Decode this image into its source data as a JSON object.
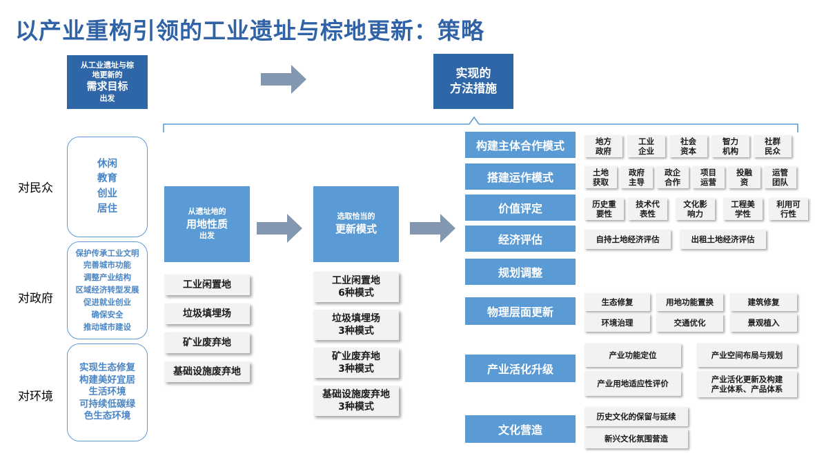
{
  "title": "以产业重构引领的工业遗址与棕地更新：策略",
  "demand_box": {
    "line1": "从工业遗址与棕",
    "line2": "地更新的",
    "line3": "需求目标",
    "line4": "出发"
  },
  "method_box": {
    "line1": "实现的",
    "line2": "方法措施"
  },
  "groups": [
    {
      "label": "对民众",
      "items": [
        "休闲",
        "教育",
        "创业",
        "居住"
      ]
    },
    {
      "label": "对政府",
      "items": [
        "保护传承工业文明",
        "完善城市功能",
        "调整产业结构",
        "区域经济转型发展",
        "促进就业创业",
        "确保安全",
        "推动城市建设"
      ]
    },
    {
      "label": "对环境",
      "items": [
        "实现生态修复",
        "构建美好宜居",
        "生活环境",
        "可持续低碳绿",
        "色生态环境"
      ]
    }
  ],
  "site_box": {
    "line1": "从遗址地的",
    "line2": "用地性质",
    "line3": "出发"
  },
  "site_types": [
    "工业闲置地",
    "垃圾填埋场",
    "矿业废弃地",
    "基础设施废弃地"
  ],
  "mode_box": {
    "line1": "选取恰当的",
    "line2": "更新模式"
  },
  "modes": [
    {
      "name": "工业闲置地",
      "count": "6种模式"
    },
    {
      "name": "垃圾填埋场",
      "count": "3种模式"
    },
    {
      "name": "矿业废弃地",
      "count": "3种模式"
    },
    {
      "name": "基础设施废弃地",
      "count": "3种模式"
    }
  ],
  "measures": [
    {
      "label": "构建主体合作模式",
      "chips": [
        [
          "地方",
          "政府"
        ],
        [
          "工业",
          "企业"
        ],
        [
          "社会",
          "资本"
        ],
        [
          "智力",
          "机构"
        ],
        [
          "社群",
          "民众"
        ]
      ]
    },
    {
      "label": "搭建运作模式",
      "chips": [
        [
          "土地",
          "获取"
        ],
        [
          "政府",
          "主导"
        ],
        [
          "政企",
          "合作"
        ],
        [
          "项目",
          "运营"
        ],
        [
          "投融",
          "资"
        ],
        [
          "运管",
          "团队"
        ]
      ]
    },
    {
      "label": "价值评定",
      "chips": [
        [
          "历史重",
          "要性"
        ],
        [
          "技术代",
          "表性"
        ],
        [
          "文化影",
          "响力"
        ],
        [
          "工程美",
          "学性"
        ],
        [
          "利用可",
          "行性"
        ]
      ]
    },
    {
      "label": "经济评估",
      "chips": [
        [
          "自持土地经济评估"
        ],
        [
          "出租土地经济评估"
        ]
      ]
    },
    {
      "label": "规划调整",
      "chips": []
    },
    {
      "label": "物理层面更新",
      "chips": [
        [
          "生态修复"
        ],
        [
          "用地功能置换"
        ],
        [
          "建筑修复"
        ],
        [
          "环境治理"
        ],
        [
          "交通优化"
        ],
        [
          "景观植入"
        ]
      ]
    },
    {
      "label": "产业活化升级",
      "chips": [
        [
          "产业功能定位"
        ],
        [
          "产业空间布局与规划"
        ],
        [
          "产业用地适应性评价"
        ],
        [
          "产业活化更新及构建",
          "产业体系、产品体系"
        ]
      ]
    },
    {
      "label": "文化营造",
      "chips": [
        [
          "历史文化的保留与延续"
        ],
        [
          "新兴文化氛围营造"
        ]
      ]
    }
  ],
  "colors": {
    "title": "#2f62a6",
    "dark_blue": "#2f66a8",
    "mid_blue": "#5b9bd5",
    "arrow": "#8497b0",
    "chip_bg": "#f2f2f2"
  }
}
